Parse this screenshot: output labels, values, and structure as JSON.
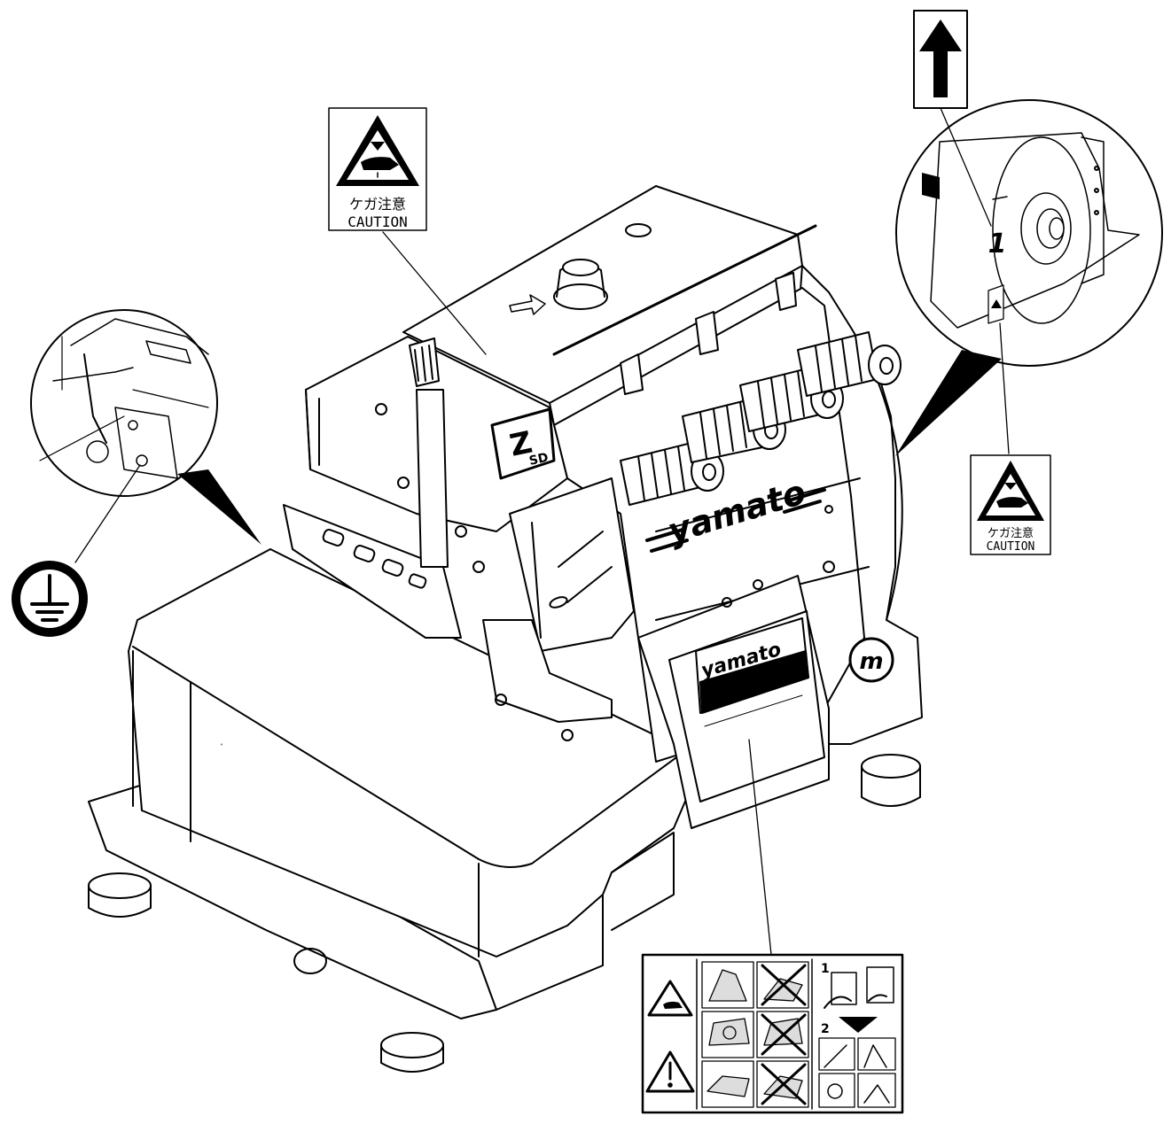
{
  "labels": {
    "caution_top": {
      "jp": "ケガ注意",
      "en": "CAUTION"
    },
    "caution_right": {
      "jp": "ケガ注意",
      "en": "CAUTION"
    },
    "pulley_mark": "1",
    "brand_main": "yamato",
    "brand_plate": "yamato",
    "model_badge_z": "Z",
    "model_badge_sd": "SD",
    "instruction_step1": "1",
    "instruction_step2": "2"
  },
  "icons": {
    "arrow": "arrow-up-icon",
    "ground": "ground-symbol-icon",
    "hand_hazard": "hand-pinch-hazard-icon",
    "warning": "warning-triangle-icon"
  }
}
